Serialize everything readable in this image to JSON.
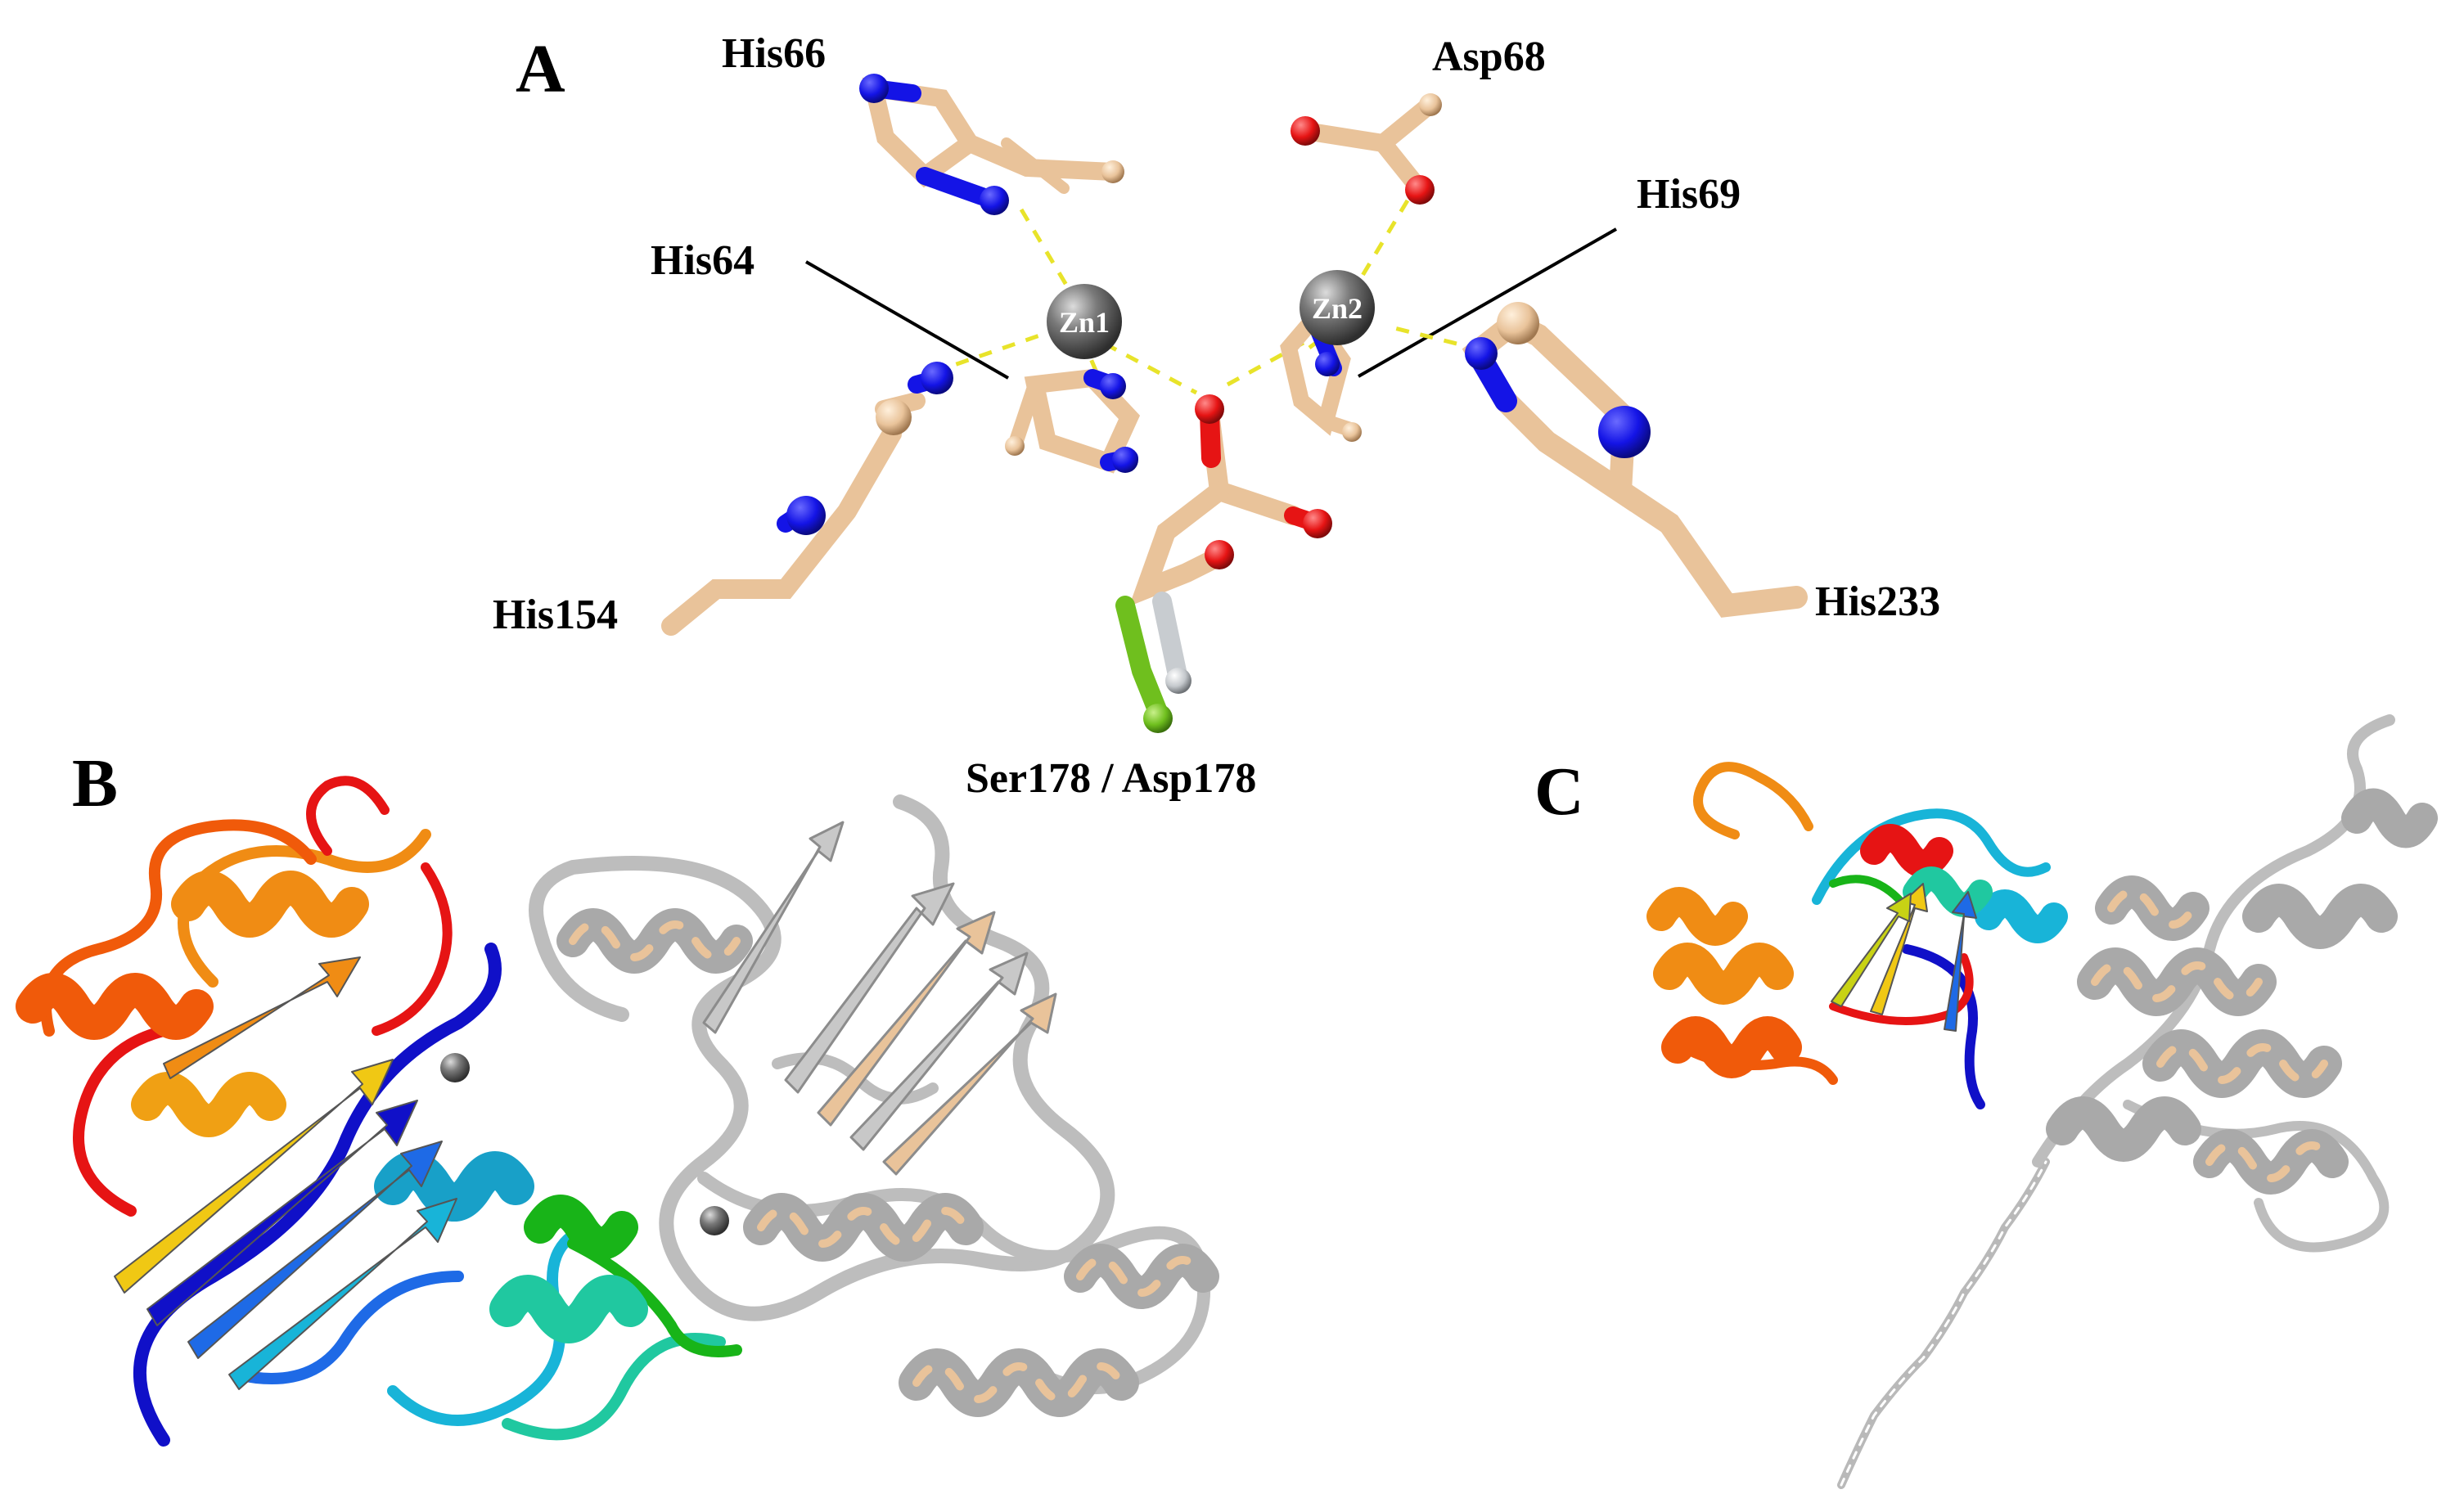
{
  "panels": {
    "a": {
      "letter": "A"
    },
    "b": {
      "letter": "B"
    },
    "c": {
      "letter": "C"
    }
  },
  "residues": {
    "his66": "His66",
    "asp68": "Asp68",
    "his69": "His69",
    "his64": "His64",
    "his154": "His154",
    "his233": "His233",
    "ser178_asp178": "Ser178 / Asp178"
  },
  "ions": {
    "zn1": "Zn1",
    "zn2": "Zn2"
  },
  "colors": {
    "carbon": "#e9c39a",
    "nitrogen": "#1414e6",
    "oxygen": "#e61414",
    "zinc": "#7a7a7a",
    "mutant_carbon": "#6fbf1e",
    "coordination": "#e8e32a",
    "ribbon_gray": "#b9b9b9",
    "ribbon_tan": "#e9c39a",
    "rainbow": [
      "#1010c8",
      "#1e6ae6",
      "#18b4d8",
      "#20c8a0",
      "#18b418",
      "#c8d214",
      "#f0c814",
      "#f08c14",
      "#f05a0a",
      "#e61414"
    ]
  }
}
